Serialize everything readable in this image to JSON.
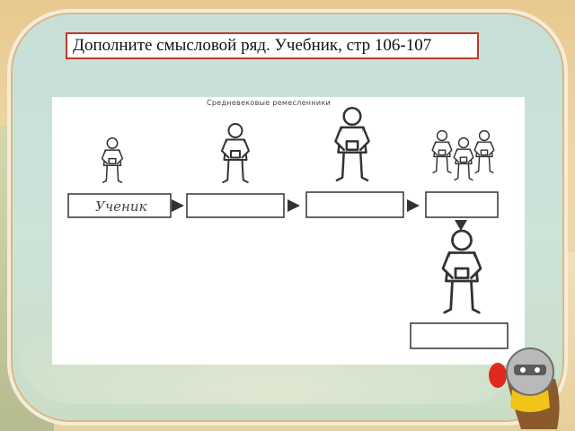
{
  "caption": "Дополните смысловой ряд. Учебник, стр 106-107",
  "figure": {
    "title": "Средневековые ремесленники",
    "boxes": [
      "Ученик",
      "",
      "",
      "",
      ""
    ]
  },
  "colors": {
    "panel": "#c7dfd8",
    "caption_border": "#c0392b",
    "frame": "#e8c98f"
  }
}
